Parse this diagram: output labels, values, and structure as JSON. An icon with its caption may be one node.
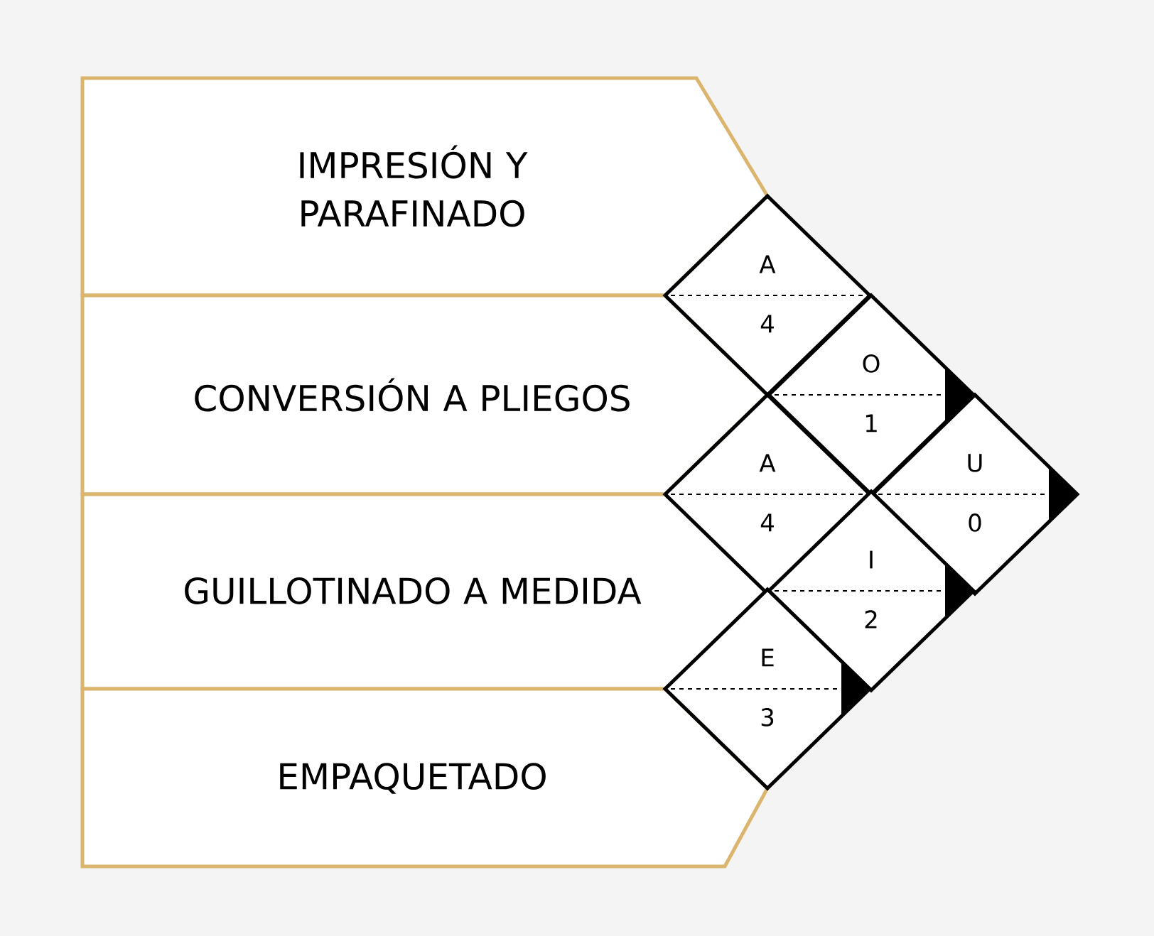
{
  "diagram": {
    "nodes": [
      {
        "text": [
          "IMPRESIÓN Y PARAFINADO"
        ]
      },
      {
        "text": [
          "CONVERSIÓN A PLIEGOS"
        ]
      },
      {
        "text": [
          "GUILLOTINADO A MEDIDA"
        ]
      },
      {
        "text": [
          "EMPAQUETADO"
        ]
      },
      {
        "text": [
          "A",
          "4"
        ]
      },
      {
        "text": [
          "O",
          "1"
        ]
      },
      {
        "text": [
          "A",
          "4"
        ]
      },
      {
        "text": [
          "U",
          "0"
        ]
      },
      {
        "text": [
          "I",
          "2"
        ]
      },
      {
        "text": [
          "E",
          "3"
        ]
      }
    ]
  }
}
